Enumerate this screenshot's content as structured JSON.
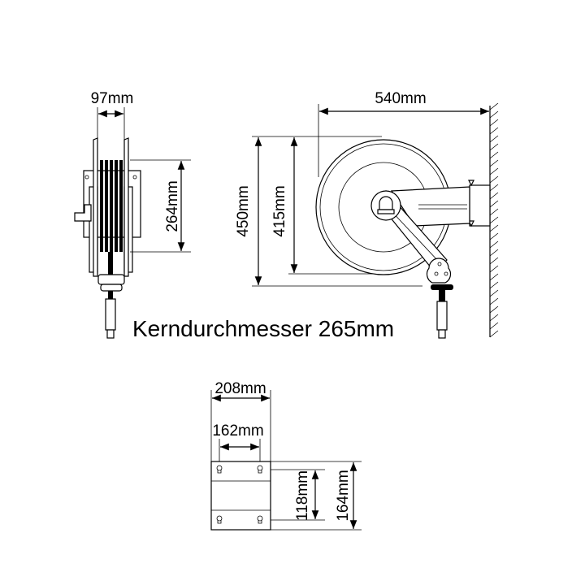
{
  "dimensions": {
    "side_width": "97mm",
    "side_core_height": "264mm",
    "reach": "540mm",
    "outer_diameter": "450mm",
    "drum_diameter": "415mm",
    "bracket_width": "208mm",
    "hole_spacing_horizontal": "162mm",
    "hole_spacing_vertical": "118mm",
    "bracket_height": "164mm"
  },
  "caption": "Kerndurchmesser 265mm"
}
